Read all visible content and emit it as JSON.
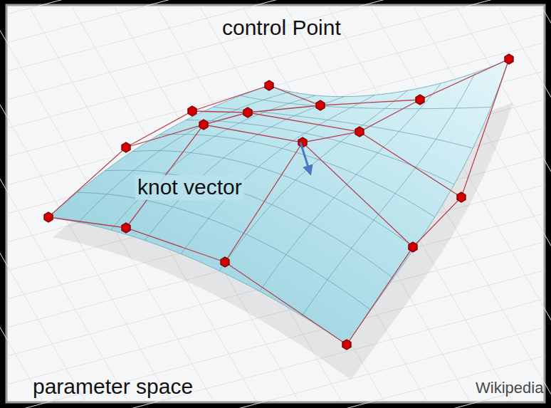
{
  "diagram": {
    "labels": [
      "control Point",
      "knot vector",
      "parameter space",
      "Wikipedia"
    ]
  }
}
